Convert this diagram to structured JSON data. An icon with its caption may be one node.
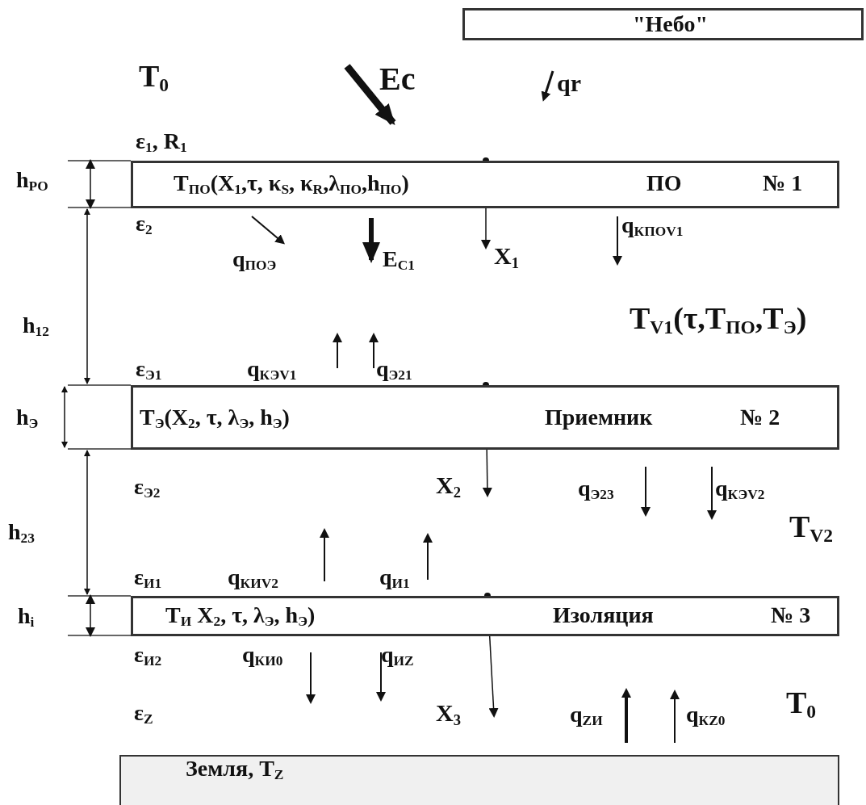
{
  "diagram": {
    "nodes": [
      {
        "text": [
          "\"Небо\""
        ]
      },
      {
        "text": [
          "T$_{ПО}$(X$_{1}$,τ, κ$_{S}$, κ$_{R}$,λ$_{ПО}$,h$_{ПО}$)",
          "ПО",
          "№ 1"
        ]
      },
      {
        "text": [
          "T$_{Э}$(X$_{2}$, τ, λ$_{Э}$, h$_{Э}$)",
          "Приемник",
          "№ 2"
        ]
      },
      {
        "text": [
          "T$_{И}$ X$_{2}$, τ, λ$_{Э}$, h$_{Э}$)",
          "Изоляция",
          "№ 3"
        ]
      },
      {
        "text": [
          "Земля, T$_{Z}$"
        ]
      }
    ],
    "labels": [
      "T$_{0}$",
      "Ec",
      "qr",
      "ε$_{1}$, R$_{1}$",
      "h$_{PO}$",
      "ε$_{2}$",
      "q$_{ПОЭ}$",
      "E$_{C1}$",
      "X$_{1}$",
      "q$_{КПОV1}$",
      "h$_{12}$",
      "T$_{V1}$(τ,T$_{ПО}$,T$_{Э}$)",
      "ε$_{Э1}$",
      "q$_{КЭV1}$",
      "q$_{Э21}$",
      "h$_{Э}$",
      "ε$_{Э2}$",
      "X$_{2}$",
      "q$_{Э23}$",
      "q$_{КЭV2}$",
      "h$_{23}$",
      "T$_{V2}$",
      "ε$_{И1}$",
      "q$_{КИV2}$",
      "q$_{И1}$",
      "h$_{i}$",
      "ε$_{И2}$",
      "q$_{КИ0}$",
      "q$_{ИZ}$",
      "ε$_{Z}$",
      "X$_{3}$",
      "q$_{ZИ}$",
      "q$_{КZ0}$",
      "T$_{0}$"
    ]
  }
}
